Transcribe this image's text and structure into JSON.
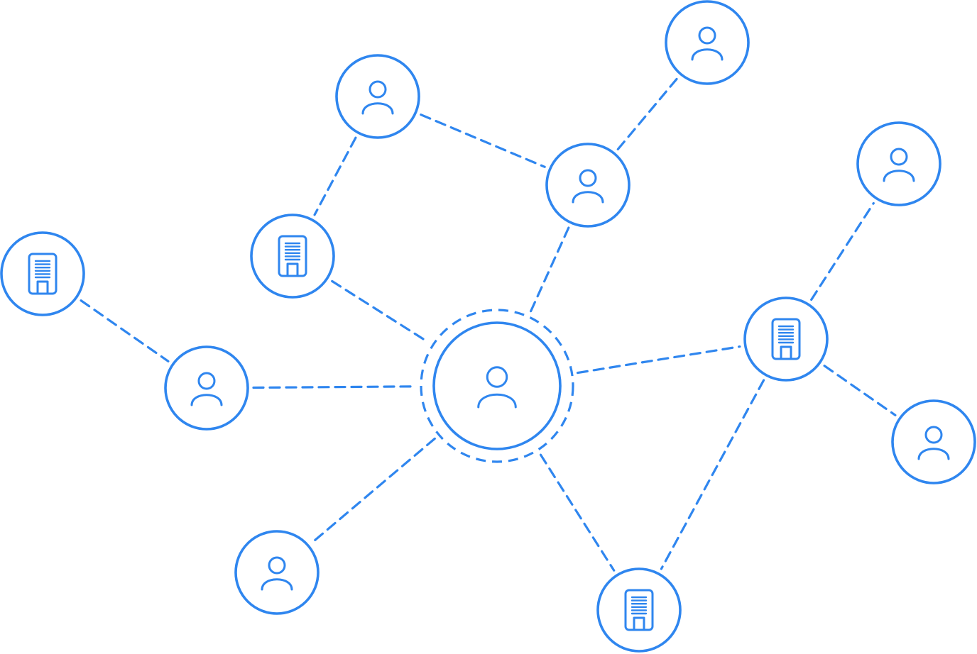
{
  "colors": {
    "accent": "#2f86ef",
    "background": "#ffffff"
  },
  "nodes": [
    {
      "id": "center",
      "kind": "person",
      "icon": "user-icon",
      "primary": true
    },
    {
      "id": "person-top-left",
      "kind": "person",
      "icon": "user-icon"
    },
    {
      "id": "person-top-right",
      "kind": "person",
      "icon": "user-icon"
    },
    {
      "id": "person-upper-middle",
      "kind": "person",
      "icon": "user-icon"
    },
    {
      "id": "building-upper-left",
      "kind": "organization",
      "icon": "building-icon"
    },
    {
      "id": "building-far-left",
      "kind": "organization",
      "icon": "building-icon"
    },
    {
      "id": "person-left",
      "kind": "person",
      "icon": "user-icon"
    },
    {
      "id": "person-lower-left",
      "kind": "person",
      "icon": "user-icon"
    },
    {
      "id": "building-right",
      "kind": "organization",
      "icon": "building-icon"
    },
    {
      "id": "person-far-right-top",
      "kind": "person",
      "icon": "user-icon"
    },
    {
      "id": "person-far-right-bottom",
      "kind": "person",
      "icon": "user-icon"
    },
    {
      "id": "building-bottom",
      "kind": "organization",
      "icon": "building-icon"
    }
  ],
  "edges": [
    [
      "person-top-left",
      "person-upper-middle"
    ],
    [
      "person-top-left",
      "building-upper-left"
    ],
    [
      "person-upper-middle",
      "person-top-right"
    ],
    [
      "person-upper-middle",
      "center"
    ],
    [
      "building-upper-left",
      "center"
    ],
    [
      "building-far-left",
      "person-left"
    ],
    [
      "person-left",
      "center"
    ],
    [
      "center",
      "person-lower-left"
    ],
    [
      "center",
      "building-bottom"
    ],
    [
      "center",
      "building-right"
    ],
    [
      "building-right",
      "person-far-right-top"
    ],
    [
      "building-right",
      "person-far-right-bottom"
    ],
    [
      "building-right",
      "building-bottom"
    ]
  ]
}
